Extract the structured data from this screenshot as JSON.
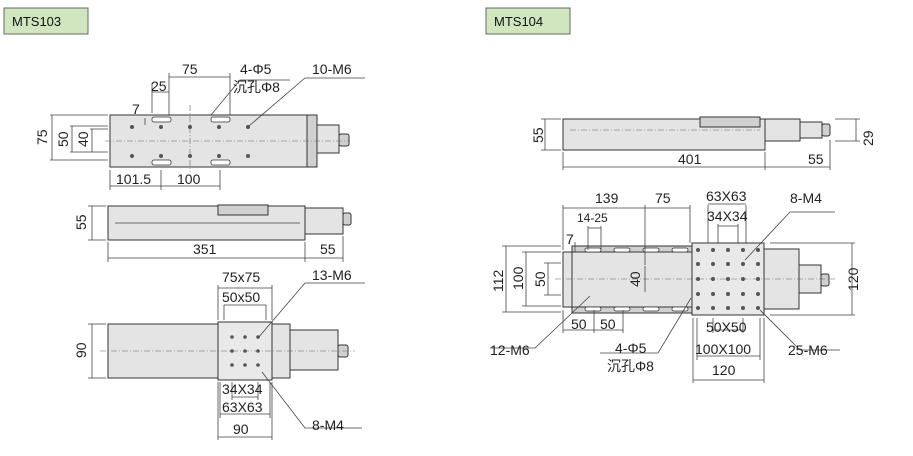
{
  "models": {
    "mts103": {
      "name": "MTS103",
      "top_view": {
        "d75": "75",
        "d25": "25",
        "d7": "7",
        "holes": "4-Φ5",
        "counterbore": "沉孔Φ8",
        "tapped": "10-M6",
        "h75": "75",
        "h50": "50",
        "h40": "40",
        "d101_5": "101.5",
        "d100": "100"
      },
      "side_view": {
        "h55": "55",
        "length": "351",
        "motor": "55"
      },
      "bottom_view": {
        "p75": "75x75",
        "p50": "50x50",
        "tapped13": "13-M6",
        "h90": "90",
        "p34": "34X34",
        "p63": "63X63",
        "w90": "90",
        "tapped8": "8-M4"
      }
    },
    "mts104": {
      "name": "MTS104",
      "side_view": {
        "h55": "55",
        "h29": "29",
        "length": "401",
        "motor": "55"
      },
      "top_view": {
        "d139": "139",
        "d75": "75",
        "p63": "63X63",
        "tapped8": "8-M4",
        "slots": "14-25",
        "p34": "34X34",
        "d7": "7",
        "h112": "112",
        "h100": "100",
        "h50": "50",
        "h40": "40",
        "h120": "120",
        "d50a": "50",
        "d50b": "50",
        "p50": "50X50",
        "p100": "100X100",
        "w120": "120",
        "tapped12": "12-M6",
        "holes": "4-Φ5",
        "counterbore": "沉孔Φ8",
        "tapped25": "25-M6"
      }
    }
  }
}
